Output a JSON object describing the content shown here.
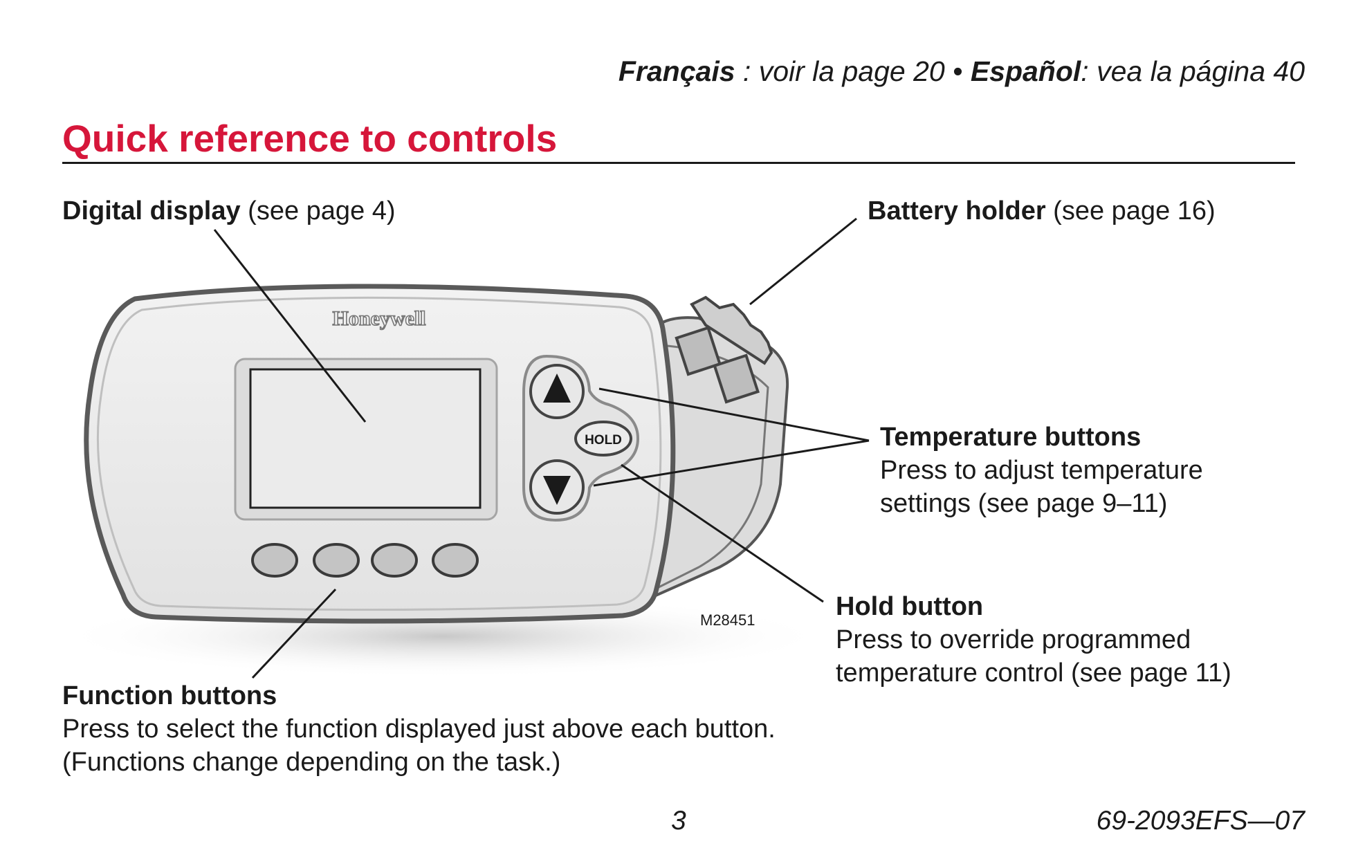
{
  "header": {
    "fr_label": "Français",
    "fr_text": " : voir la page 20 • ",
    "es_label": "Español",
    "es_text": ": vea la página 40"
  },
  "title": "Quick reference to controls",
  "callouts": {
    "digital_display": {
      "label": "Digital display",
      "ref": " (see page 4)"
    },
    "battery_holder": {
      "label": "Battery holder",
      "ref": " (see page 16)"
    },
    "temperature_buttons": {
      "label": "Temperature buttons",
      "line1": "Press to adjust temperature",
      "line2": "settings (see page 9–11)"
    },
    "hold_button": {
      "label": "Hold button",
      "line1": "Press to override programmed",
      "line2": "temperature control (see page 11)"
    },
    "function_buttons": {
      "label": "Function buttons",
      "line1": "Press to select the function displayed just above each button.",
      "line2": "(Functions change depending on the task.)"
    }
  },
  "device": {
    "brand": "Honeywell",
    "hold_key": "HOLD",
    "figure_id": "M28451",
    "up_icon": "up-arrow-icon",
    "down_icon": "down-arrow-icon"
  },
  "footer": {
    "page_number": "3",
    "doc_number": "69-2093EFS—07"
  },
  "colors": {
    "title_red": "#d6163a",
    "text": "#1a1a1a",
    "device_body": "#ececec",
    "device_outline": "#555555"
  }
}
